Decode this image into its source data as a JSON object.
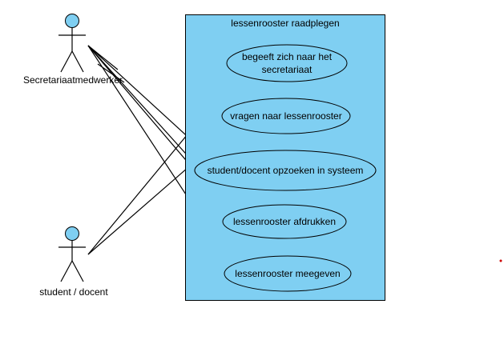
{
  "system": {
    "title": "lessenrooster raadplegen",
    "fill": "#7fcff2"
  },
  "actors": {
    "secretariaat": {
      "label": "Secretariaatmedwerker"
    },
    "student": {
      "label": "student / docent"
    }
  },
  "use_cases": [
    {
      "id": "uc1",
      "lines": [
        "begeeft zich naar het",
        "secretariaat"
      ]
    },
    {
      "id": "uc2",
      "lines": [
        "vragen naar lessenrooster"
      ]
    },
    {
      "id": "uc3",
      "lines": [
        "student/docent opzoeken in systeem"
      ]
    },
    {
      "id": "uc4",
      "lines": [
        "lessenrooster afdrukken"
      ]
    },
    {
      "id": "uc5",
      "lines": [
        "lessenrooster meegeven"
      ]
    }
  ],
  "associations": [
    {
      "from": "secretariaat",
      "to": "uc2"
    },
    {
      "from": "secretariaat",
      "to": "uc3"
    },
    {
      "from": "secretariaat",
      "to": "uc4"
    },
    {
      "from": "secretariaat",
      "to": "uc5"
    },
    {
      "from": "student",
      "to": "uc1"
    },
    {
      "from": "student",
      "to": "uc3"
    }
  ],
  "colors": {
    "actor_head": "#7fcff2",
    "use_case_fill": "#7fcff2",
    "stroke": "#000000",
    "marker": "#cc0000"
  }
}
